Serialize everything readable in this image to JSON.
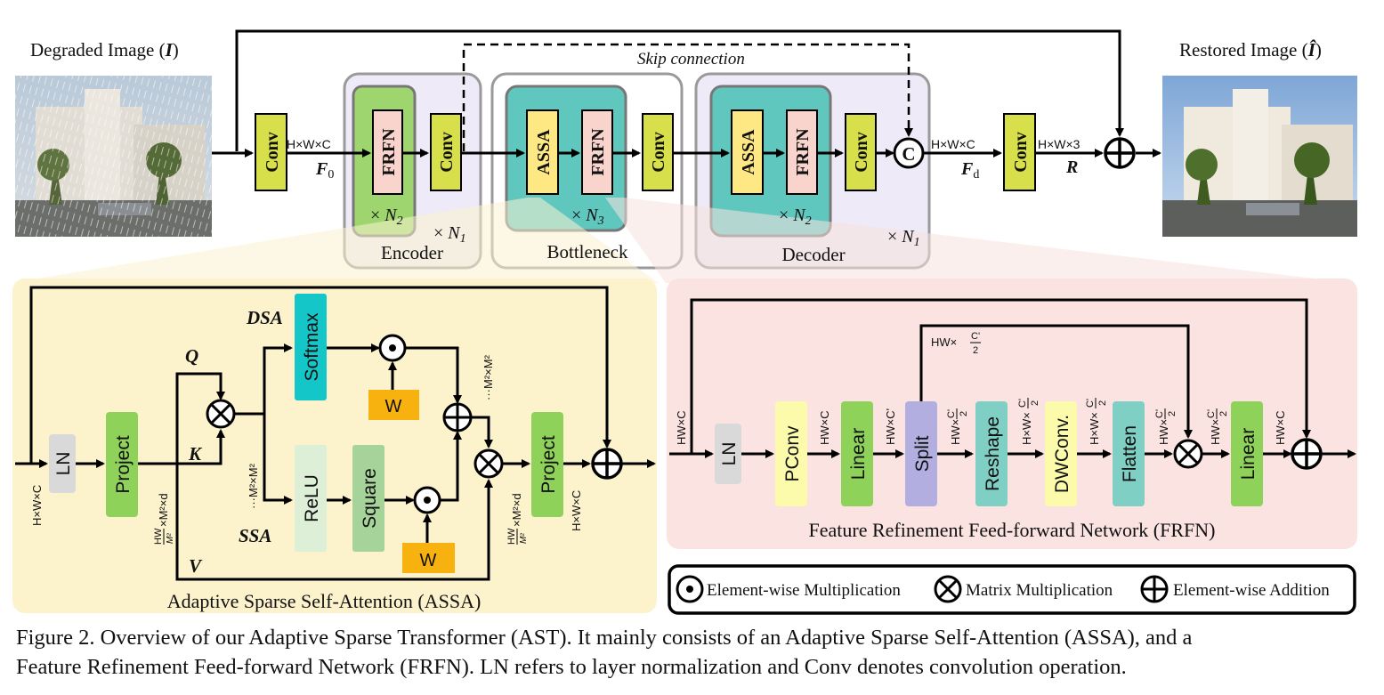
{
  "top": {
    "input_label": "Degraded Image (",
    "input_symbol": "I",
    "output_label": "Restored Image (",
    "output_symbol": "Î",
    "skip": "Skip connection",
    "conv": "Conv",
    "frfn": "FRFN",
    "assa": "ASSA",
    "hwc": "H×W×C",
    "hw3": "H×W×3",
    "f0": "F",
    "f0_sub": "0",
    "fd": "F",
    "fd_sub": "d",
    "r": "R",
    "concat": "C",
    "times": "×",
    "n1": "N",
    "n1_sub": "1",
    "n2": "N",
    "n2_sub": "2",
    "n3": "N",
    "n3_sub": "3",
    "encoder": "Encoder",
    "bottleneck": "Bottleneck",
    "decoder": "Decoder"
  },
  "assa": {
    "title": "Adaptive Sparse Self-Attention (ASSA)",
    "dsa": "DSA",
    "ssa": "SSA",
    "q": "Q",
    "k": "K",
    "v": "V",
    "ln": "LN",
    "project": "Project",
    "softmax": "Softmax",
    "relu": "ReLU",
    "square": "Square",
    "w": "W",
    "dim_in": "H×W×C",
    "dim_hw_num": "HW",
    "dim_hw_den": "M²",
    "dim_hw_rest": "×M²×d",
    "dim_m2": "···M²×M²",
    "dim_out": "H×W×C"
  },
  "frfn": {
    "title": "Feature Refinement Feed-forward Network (FRFN)",
    "ln": "LN",
    "pconv": "PConv",
    "linear": "Linear",
    "split": "Split",
    "reshape": "Reshape",
    "dwconv": "DWConv.",
    "flatten": "Flatten",
    "hwc": "HW×C",
    "hwc_prime": "HW×C'",
    "hw_frac": "HW×",
    "hwxwx": "H×W×",
    "c_prime": "C'",
    "two": "2"
  },
  "legend": {
    "elem_mul": "Element-wise Multiplication",
    "mat_mul": "Matrix Multiplication",
    "elem_add": "Element-wise Addition"
  },
  "caption": {
    "line1": "Figure 2.  Overview of our Adaptive Sparse Transformer (AST). It mainly consists of an Adaptive Sparse Self-Attention (ASSA), and a",
    "line2": "Feature Refinement Feed-forward Network (FRFN). LN refers to layer normalization and Conv denotes convolution operation."
  }
}
